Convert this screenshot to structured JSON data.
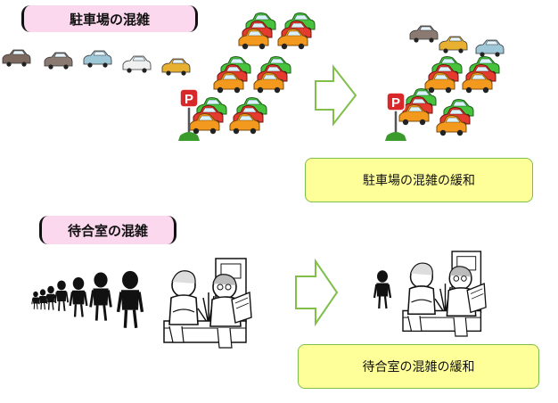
{
  "sections": [
    {
      "title": "駐車場の混雑",
      "result": "駐車場の混雑の緩和"
    },
    {
      "title": "待合室の混雑",
      "result": "待合室の混雑の緩和"
    }
  ],
  "parking_sign": "P",
  "colors": {
    "title_bg": "#fbd8ee",
    "result_bg": "#ffff99",
    "result_border": "#7fbf4a",
    "arrow_outline": "#7fbf4a",
    "car_green": "#46c23c",
    "car_red": "#e53a2e",
    "car_orange": "#f39a1e",
    "sign_red": "#d8282a"
  }
}
